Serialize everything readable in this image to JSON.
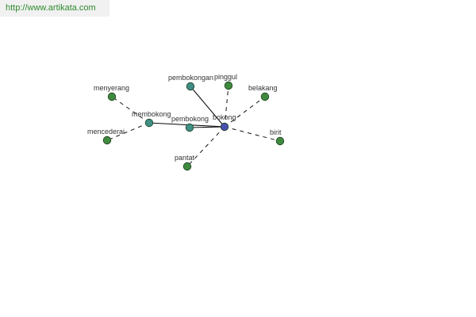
{
  "header": {
    "url": "http://www.artikata.com"
  },
  "colors": {
    "center_node": "#4a4fb0",
    "related_node": "#3f8f86",
    "synonym_node": "#3f8a3f",
    "node_outline": "#1d3d1d",
    "edge": "#111111"
  },
  "graph": {
    "nodes": [
      {
        "id": "bokong",
        "label": "bokong",
        "kind": "center"
      },
      {
        "id": "pembokongan",
        "label": "pembokongan",
        "kind": "related"
      },
      {
        "id": "pinggul",
        "label": "pinggul",
        "kind": "synonym"
      },
      {
        "id": "belakang",
        "label": "belakang",
        "kind": "synonym"
      },
      {
        "id": "birit",
        "label": "birit",
        "kind": "synonym"
      },
      {
        "id": "pantat",
        "label": "pantat",
        "kind": "synonym"
      },
      {
        "id": "pembokong",
        "label": "pembokong",
        "kind": "related"
      },
      {
        "id": "membokong",
        "label": "membokong",
        "kind": "related"
      },
      {
        "id": "menyerang",
        "label": "menyerang",
        "kind": "synonym"
      },
      {
        "id": "mencederai",
        "label": "mencederai",
        "kind": "synonym"
      }
    ],
    "edges": [
      {
        "from": "bokong",
        "to": "pembokongan",
        "style": "solid"
      },
      {
        "from": "bokong",
        "to": "pembokong",
        "style": "solid"
      },
      {
        "from": "bokong",
        "to": "membokong",
        "style": "solid"
      },
      {
        "from": "bokong",
        "to": "pinggul",
        "style": "dashed"
      },
      {
        "from": "bokong",
        "to": "belakang",
        "style": "dashed"
      },
      {
        "from": "bokong",
        "to": "birit",
        "style": "dashed"
      },
      {
        "from": "bokong",
        "to": "pantat",
        "style": "dashed"
      },
      {
        "from": "membokong",
        "to": "menyerang",
        "style": "dashed"
      },
      {
        "from": "membokong",
        "to": "mencederai",
        "style": "dashed"
      }
    ]
  }
}
